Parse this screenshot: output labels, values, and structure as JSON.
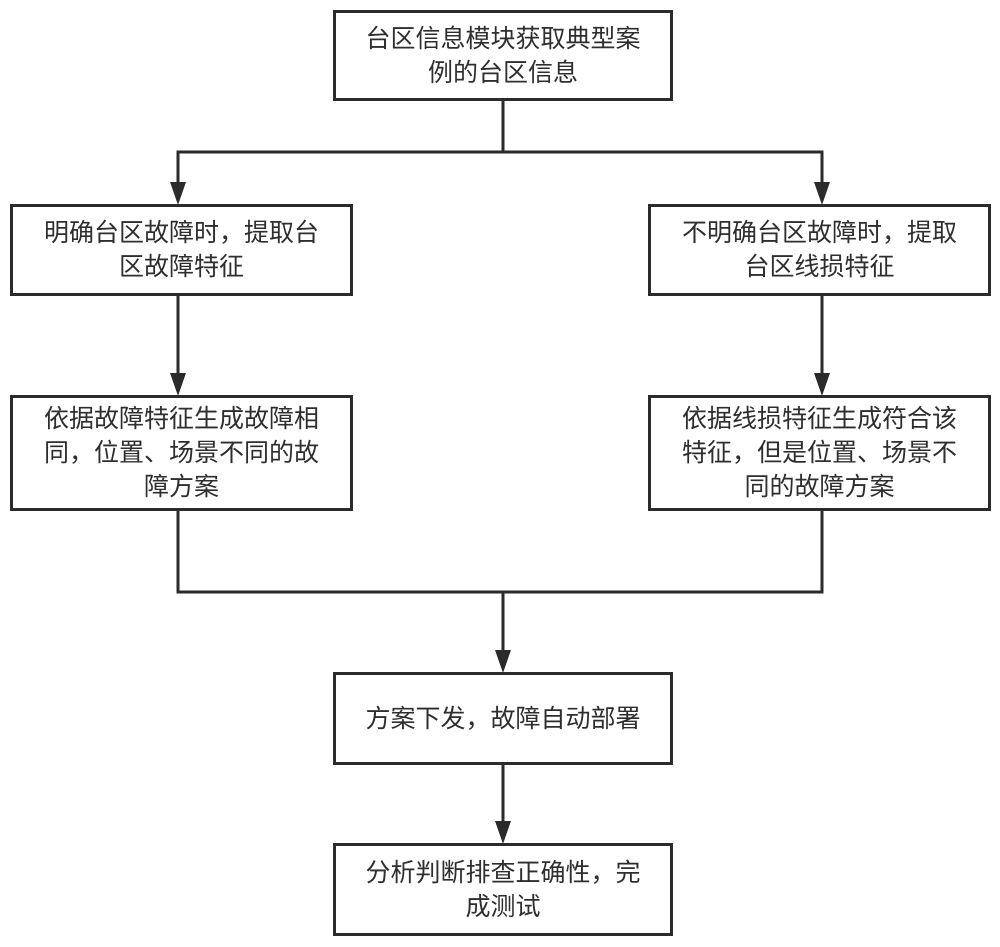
{
  "flowchart": {
    "nodes": [
      {
        "id": "start",
        "label": "台区信息模块获取典型案例的台区信息"
      },
      {
        "id": "clear-fault",
        "label": "明确台区故障时，提取台区故障特征"
      },
      {
        "id": "unclear-fault",
        "label": "不明确台区故障时，提取台区线损特征"
      },
      {
        "id": "gen-by-fault",
        "label": "依据故障特征生成故障相同，位置、场景不同的故障方案"
      },
      {
        "id": "gen-by-loss",
        "label": "依据线损特征生成符合该特征，但是位置、场景不同的故障方案"
      },
      {
        "id": "deploy",
        "label": "方案下发，故障自动部署"
      },
      {
        "id": "verify",
        "label": "分析判断排查正确性，完成测试"
      }
    ],
    "edges": [
      {
        "from": "start",
        "to": "clear-fault"
      },
      {
        "from": "start",
        "to": "unclear-fault"
      },
      {
        "from": "clear-fault",
        "to": "gen-by-fault"
      },
      {
        "from": "unclear-fault",
        "to": "gen-by-loss"
      },
      {
        "from": "gen-by-fault",
        "to": "deploy"
      },
      {
        "from": "gen-by-loss",
        "to": "deploy"
      },
      {
        "from": "deploy",
        "to": "verify"
      }
    ],
    "colors": {
      "line": "#2b2b2b",
      "text": "#2e2e2e",
      "background": "#ffffff"
    }
  }
}
